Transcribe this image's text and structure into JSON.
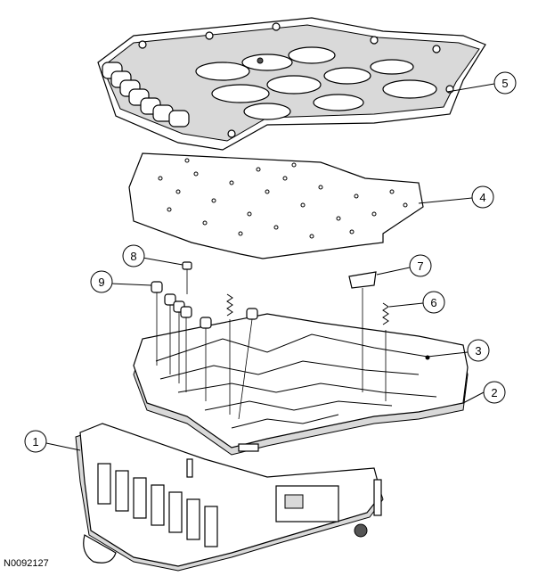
{
  "figure_id": "N0092127",
  "callouts": [
    "1",
    "2",
    "3",
    "4",
    "5",
    "6",
    "7",
    "8",
    "9"
  ],
  "colors": {
    "line": "#000000",
    "background": "#ffffff",
    "shade": "#d9d9d9"
  }
}
